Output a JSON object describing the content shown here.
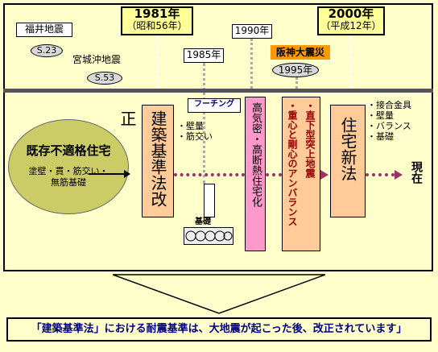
{
  "header": {
    "fukui": "福井地震",
    "s23": "S.23",
    "miyagi": "宮城沖地震",
    "s53": "S.53",
    "y1981": "1981年",
    "y1981_sub": "（昭和56年）",
    "y1985": "1985年",
    "y1990": "1990年",
    "hanshin": "阪神大震災",
    "y1995": "1995年",
    "y2000": "2000年",
    "y2000_sub": "（平成12年）"
  },
  "existing": {
    "title": "既存不適格住宅",
    "sub": "塗壁・貫・筋交い・無筋基礎"
  },
  "kenchiku": {
    "label": "建築基準法改正",
    "bullets": [
      "壁量",
      "筋交い"
    ]
  },
  "footing": {
    "label": "フーチング",
    "kiso": "基礎"
  },
  "koukimitsu": {
    "label": "高気密・高断熱住宅化"
  },
  "jishin": {
    "col1": "・直下型突上地震",
    "col2": "・重心と剛心のアンバランス"
  },
  "jutaku": {
    "label": "住宅新法",
    "bullets": [
      "接合金具",
      "壁量",
      "バランス",
      "基礎"
    ]
  },
  "genzai": "現在",
  "note": "「建築基準法」における耐震基準は、大地震が起こった後、改正されています」",
  "colors": {
    "background": "#ffffcc",
    "orange": "#ff9900",
    "salmon": "#ffcc99",
    "pink": "#ff99cc",
    "olive": "#cccc66",
    "yellow": "#ffff99",
    "dots": "#993366"
  }
}
